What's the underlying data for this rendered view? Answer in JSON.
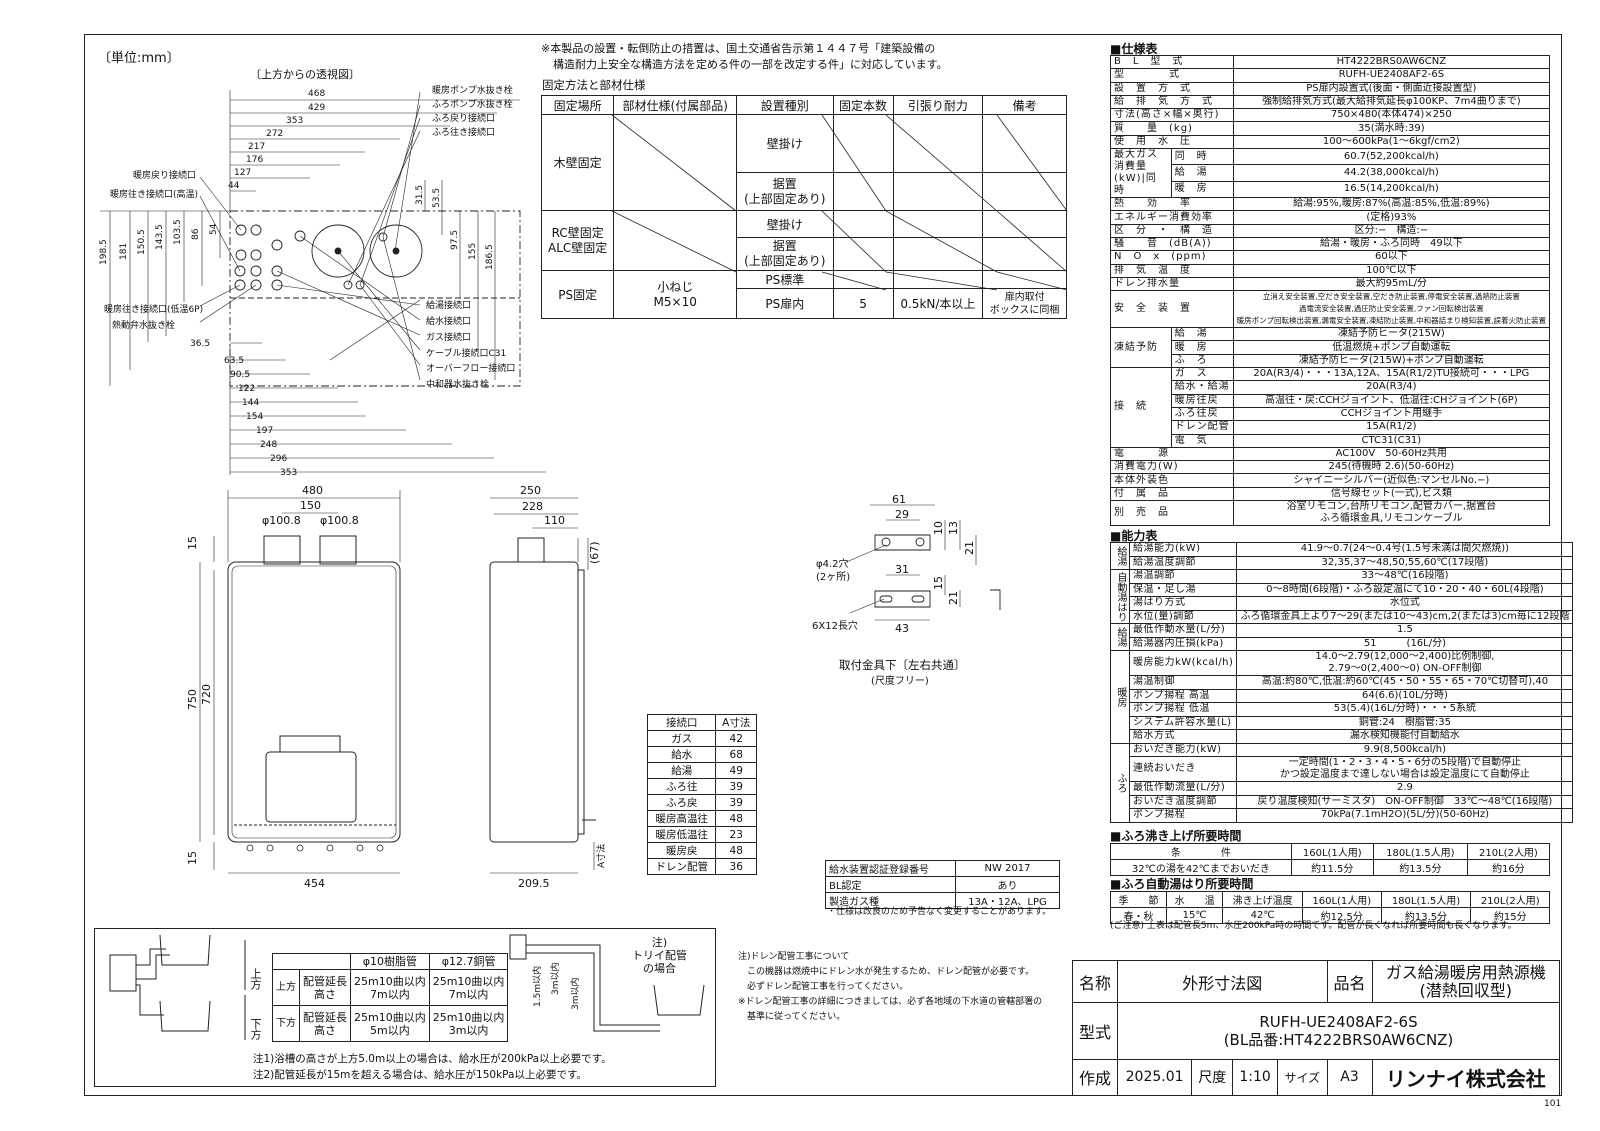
{
  "unit_label": "〔単位:mm〕",
  "top_view": {
    "caption": "〔上方からの透視図〕",
    "horiz_dims": [
      "468",
      "429",
      "353",
      "272",
      "217",
      "176",
      "127",
      "44"
    ],
    "vert_dims_left": [
      "198.5",
      "181",
      "150.5",
      "143.5",
      "103.5",
      "86",
      "54"
    ],
    "vert_dims_right": [
      "31.5",
      "53.5",
      "97.5",
      "155",
      "186.5"
    ],
    "bottom_dims": [
      "36.5",
      "63.5",
      "90.5",
      "122",
      "144",
      "154",
      "197",
      "248",
      "296",
      "353"
    ],
    "callouts_right_top": [
      "暖房ポンプ水抜き栓",
      "ふろポンプ水抜き栓",
      "ふろ戻り接続口",
      "ふろ往き接続口"
    ],
    "callouts_left": [
      "暖房戻り接続口",
      "暖房往き接続口(高温)",
      "暖房往き接続口(低温6P)",
      "熱動弁水抜き栓"
    ],
    "callouts_right_bottom": [
      "給湯接続口",
      "給水接続口",
      "ガス接続口",
      "ケーブル接続口C31",
      "オーバーフロー接続口",
      "中和器水抜き栓"
    ]
  },
  "notice": {
    "line1": "※本製品の設置・転倒防止の措置は、国土交通省告示第１４４７号「建築設備の",
    "line2": "構造耐力上安全な構造方法を定める件の一部を改定する件」に対応しています。"
  },
  "fixing": {
    "title": "固定方法と部材仕様",
    "headers": [
      "固定場所",
      "部材仕様(付属部品)",
      "設置種別",
      "固定本数",
      "引張り耐力",
      "備考"
    ],
    "wood": "木壁固定",
    "rc": "RC壁固定\nALC壁固定",
    "ps": "PS固定",
    "wall_hang": "壁掛け",
    "floor_set": "据置\n(上部固定あり)",
    "ps_std": "PS標準",
    "ps_inner": "PS扉内",
    "screw": "小ねじ\nM5×10",
    "count": "5",
    "strength": "0.5kN/本以上",
    "remark": "扉内取付\nボックスに同梱"
  },
  "bracket": {
    "dims": [
      "61",
      "29",
      "31",
      "43",
      "10",
      "13",
      "21",
      "15",
      "21"
    ],
    "hole": "φ4.2穴\n(2ヶ所)",
    "slot": "6X12長穴",
    "caption": "取付金具下〔左右共通〕",
    "sub": "(尺度フリー)"
  },
  "front_view": {
    "width_top": "480",
    "inner": "150",
    "pipe_left": "φ100.8",
    "pipe_right": "φ100.8",
    "height_total": "750",
    "height_inner": "720",
    "margin_top": "15",
    "margin_bottom": "15",
    "width_bottom": "454"
  },
  "side_view": {
    "depth": "250",
    "d2": "228",
    "d3": "110",
    "d4": "(67)",
    "a_dim": "A寸法",
    "bottom": "209.5"
  },
  "conn_table": {
    "headers": [
      "接続口",
      "A寸法"
    ],
    "rows": [
      [
        "ガス",
        "42"
      ],
      [
        "給水",
        "68"
      ],
      [
        "給湯",
        "49"
      ],
      [
        "ふろ往",
        "39"
      ],
      [
        "ふろ戻",
        "39"
      ],
      [
        "暖房高温往",
        "48"
      ],
      [
        "暖房低温往",
        "23"
      ],
      [
        "暖房戻",
        "48"
      ],
      [
        "ドレン配管",
        "36"
      ]
    ]
  },
  "cert": {
    "rows": [
      [
        "給水装置認証登録番号",
        "NW 2017"
      ],
      [
        "BL認定",
        "あり"
      ],
      [
        "製造ガス種",
        "13A・12A、LPG"
      ]
    ],
    "note": "・仕様は改良のため予告なく変更することがあります。"
  },
  "specs": {
    "title": "■仕様表",
    "rows": [
      [
        "B　L　型　式",
        "HT4222BRS0AW6CNZ"
      ],
      [
        "型　　　　式",
        "RUFH-UE2408AF2-6S"
      ],
      [
        "設　置　方　式",
        "PS扉内設置式(後面・側面近接設置型)"
      ],
      [
        "給　排　気　方　式",
        "強制給排気方式(最大給排気延長φ100KP、7m4曲りまで)"
      ],
      [
        "寸法(高さ×幅×奥行)",
        "750×480(本体474)×250"
      ],
      [
        "質　　量　(kg)",
        "35(満水時:39)"
      ],
      [
        "使　用　水　圧",
        "100〜600kPa(1〜6kgf/cm2)"
      ],
      [
        "最大ガス消費量(kW)|同　時",
        "60.7(52,200kcal/h)"
      ],
      [
        "|給　湯",
        "44.2(38,000kcal/h)"
      ],
      [
        "|暖　房",
        "16.5(14,200kcal/h)"
      ],
      [
        "熱　　効　　率",
        "給湯:95%,暖房:87%(高温:85%,低温:89%)"
      ],
      [
        "エネルギー消費効率",
        "(定格)93%"
      ],
      [
        "区　分　・　構　造",
        "区分:−　構造:−"
      ],
      [
        "騒　　音　(dB(A))",
        "給湯・暖房・ふろ同時　49以下"
      ],
      [
        "N　O　x　(ppm)",
        "60以下"
      ],
      [
        "排　気　温　度",
        "100℃以下"
      ],
      [
        "ドレン排水量",
        "最大約95mL/分"
      ]
    ],
    "safety_label": "安　全　装　置",
    "safety": "立消え安全装置,空だき安全装置,空だき防止装置,停電安全装置,過熱防止装置\n過電流安全装置,過圧防止安全装置,ファン回転検出装置\n暖房ポンプ回転検出装置,漏電安全装置,凍結防止装置,中和器詰まり検知装置,誤着火防止装置",
    "freeze_label": "凍結予防",
    "freeze": [
      [
        "給　湯",
        "凍結予防ヒータ(215W)"
      ],
      [
        "暖　房",
        "低温燃焼+ポンプ自動運転"
      ],
      [
        "ふ　ろ",
        "凍結予防ヒータ(215W)+ポンプ自動運転"
      ]
    ],
    "conn_label": "接　続",
    "conns": [
      [
        "ガ　ス",
        "20A(R3/4)・・・13A,12A、15A(R1/2)TU接続可・・・LPG"
      ],
      [
        "給水・給湯",
        "20A(R3/4)"
      ],
      [
        "暖房往戻",
        "高温往・戻:CCHジョイント、低温往:CHジョイント(6P)"
      ],
      [
        "ふろ往戻",
        "CCHジョイント用継手"
      ],
      [
        "ドレン配管",
        "15A(R1/2)"
      ],
      [
        "電　気",
        "CTC31(C31)"
      ]
    ],
    "tail": [
      [
        "電　　　源",
        "AC100V　50-60Hz共用"
      ],
      [
        "消費電力(W)",
        "245(待機時 2.6)(50-60Hz)"
      ],
      [
        "本体外装色",
        "シャイニーシルバー(近似色:マンセルNo.−)"
      ],
      [
        "付　属　品",
        "信号線セット(一式),ビス類"
      ],
      [
        "別　売　品",
        "浴室リモコン,台所リモコン,配管カバー,据置台\nふろ循環金具,リモコンケーブル"
      ]
    ]
  },
  "perf": {
    "title": "■能力表",
    "rows": [
      [
        "給湯",
        "給湯能力(kW)",
        "41.9〜0.7(24〜0.4号(1.5号未満は間欠燃焼))"
      ],
      [
        "給湯",
        "給湯温度調節",
        "32,35,37〜48,50,55,60℃(17段階)"
      ],
      [
        "自動湯はり",
        "湯温調節",
        "33〜48℃(16段階)"
      ],
      [
        "自動湯はり",
        "保温・足し湯",
        "0〜8時間(6段階)・ふろ設定温にて10・20・40・60L(4段階)"
      ],
      [
        "自動湯はり",
        "湯はり方式",
        "水位式"
      ],
      [
        "自動湯はり",
        "水位(量)調節",
        "ふろ循環金具上より7〜29(または10〜43)cm,2(または3)cm毎に12段階"
      ],
      [
        "給湯",
        "最低作動水量(L/分)",
        "1.5"
      ],
      [
        "給湯",
        "給湯器内圧損(kPa)",
        "51　　　(16L/分)"
      ],
      [
        "暖房",
        "暖房能力kW(kcal/h)",
        "14.0〜2.79(12,000〜2,400)比例制御,\n2.79〜0(2,400〜0) ON-OFF制御"
      ],
      [
        "暖房",
        "湯温制御",
        "高温:約80℃,低温:約60℃(45・50・55・65・70℃切替可),40"
      ],
      [
        "暖房",
        "ポンプ揚程 高温",
        "64(6.6)(10L/分時)"
      ],
      [
        "暖房",
        "ポンプ揚程 低温",
        "53(5.4)(16L/分時)・・・5系統"
      ],
      [
        "暖房",
        "システム許容水量(L)",
        "銅管:24　樹脂管:35"
      ],
      [
        "暖房",
        "給水方式",
        "漏水検知機能付自動給水"
      ],
      [
        "ふろ",
        "おいだき能力(kW)",
        "9.9(8,500kcal/h)"
      ],
      [
        "ふろ",
        "連続おいだき",
        "一定時間(1・2・3・4・5・6分の5段階)で自動停止\nかつ設定温度まで達しない場合は設定温度にて自動停止"
      ],
      [
        "ふろ",
        "最低作動流量(L/分)",
        "2.9"
      ],
      [
        "ふろ",
        "おいだき温度調節",
        "戻り温度検知(サーミスタ)　ON-OFF制御　33℃〜48℃(16段階)"
      ],
      [
        "ふろ",
        "ポンプ揚程",
        "70kPa(7.1mH2O)(5L/分)(50-60Hz)"
      ]
    ]
  },
  "bath_time": {
    "title": "■ふろ沸き上げ所要時間",
    "headers": [
      "条　　　　件",
      "160L(1人用)",
      "180L(1.5人用)",
      "210L(2人用)"
    ],
    "row": [
      "32℃の湯を42℃までおいだき",
      "約11.5分",
      "約13.5分",
      "約16分"
    ]
  },
  "fill_time": {
    "title": "■ふろ自動湯はり所要時間",
    "headers": [
      "季　　節",
      "水　　温",
      "沸き上げ温度",
      "160L(1人用)",
      "180L(1.5人用)",
      "210L(2人用)"
    ],
    "row": [
      "春・秋",
      "15℃",
      "42℃",
      "約12.5分",
      "約13.5分",
      "約15分"
    ],
    "note": "(ご注意) 上表は配管長5m、水圧200kPa時の時間です。配管が長くなれば所要時間も長くなります。"
  },
  "pipe": {
    "up": "上方",
    "down": "下方",
    "h1": "φ10樹脂管",
    "h2": "φ12.7銅管",
    "rowlabel": "配管延長\n高さ",
    "up1": "25m10曲以内\n7m以内",
    "up2": "25m10曲以内\n7m以内",
    "dn1": "25m10曲以内\n5m以内",
    "dn2": "25m10曲以内\n3m以内",
    "note1": "注1)浴槽の高さが上方5.0m以上の場合は、給水圧が200kPa以上必要です。",
    "note2": "注2)配管延長が15mを超える場合は、給水圧が150kPa以上必要です。",
    "gutter": "注)\nトリイ配管\nの場合",
    "d1": "1.5m以内",
    "d2": "3m以内",
    "d3": "3m以内"
  },
  "drain_note": "注)ドレン配管工事について\n　この機器は燃焼中にドレン水が発生するため、ドレン配管が必要です。\n　必ずドレン配管工事を行ってください。\n※ドレン配管工事の詳細につきましては、必ず各地域の下水道の管轄部署の\n　基準に従ってください。",
  "titleblock": {
    "name_label": "名称",
    "name": "外形寸法図",
    "product_label": "品名",
    "product": "ガス給湯暖房用熱源機\n(潜熱回収型)",
    "model_label": "型式",
    "model": "RUFH-UE2408AF2-6S\n(BL品番:HT4222BRS0AW6CNZ)",
    "made_label": "作成",
    "date": "2025.01",
    "scale_label": "尺度",
    "scale": "1:10",
    "size_label": "サイズ",
    "size": "A3",
    "company": "リンナイ株式会社"
  },
  "page_no": "101"
}
